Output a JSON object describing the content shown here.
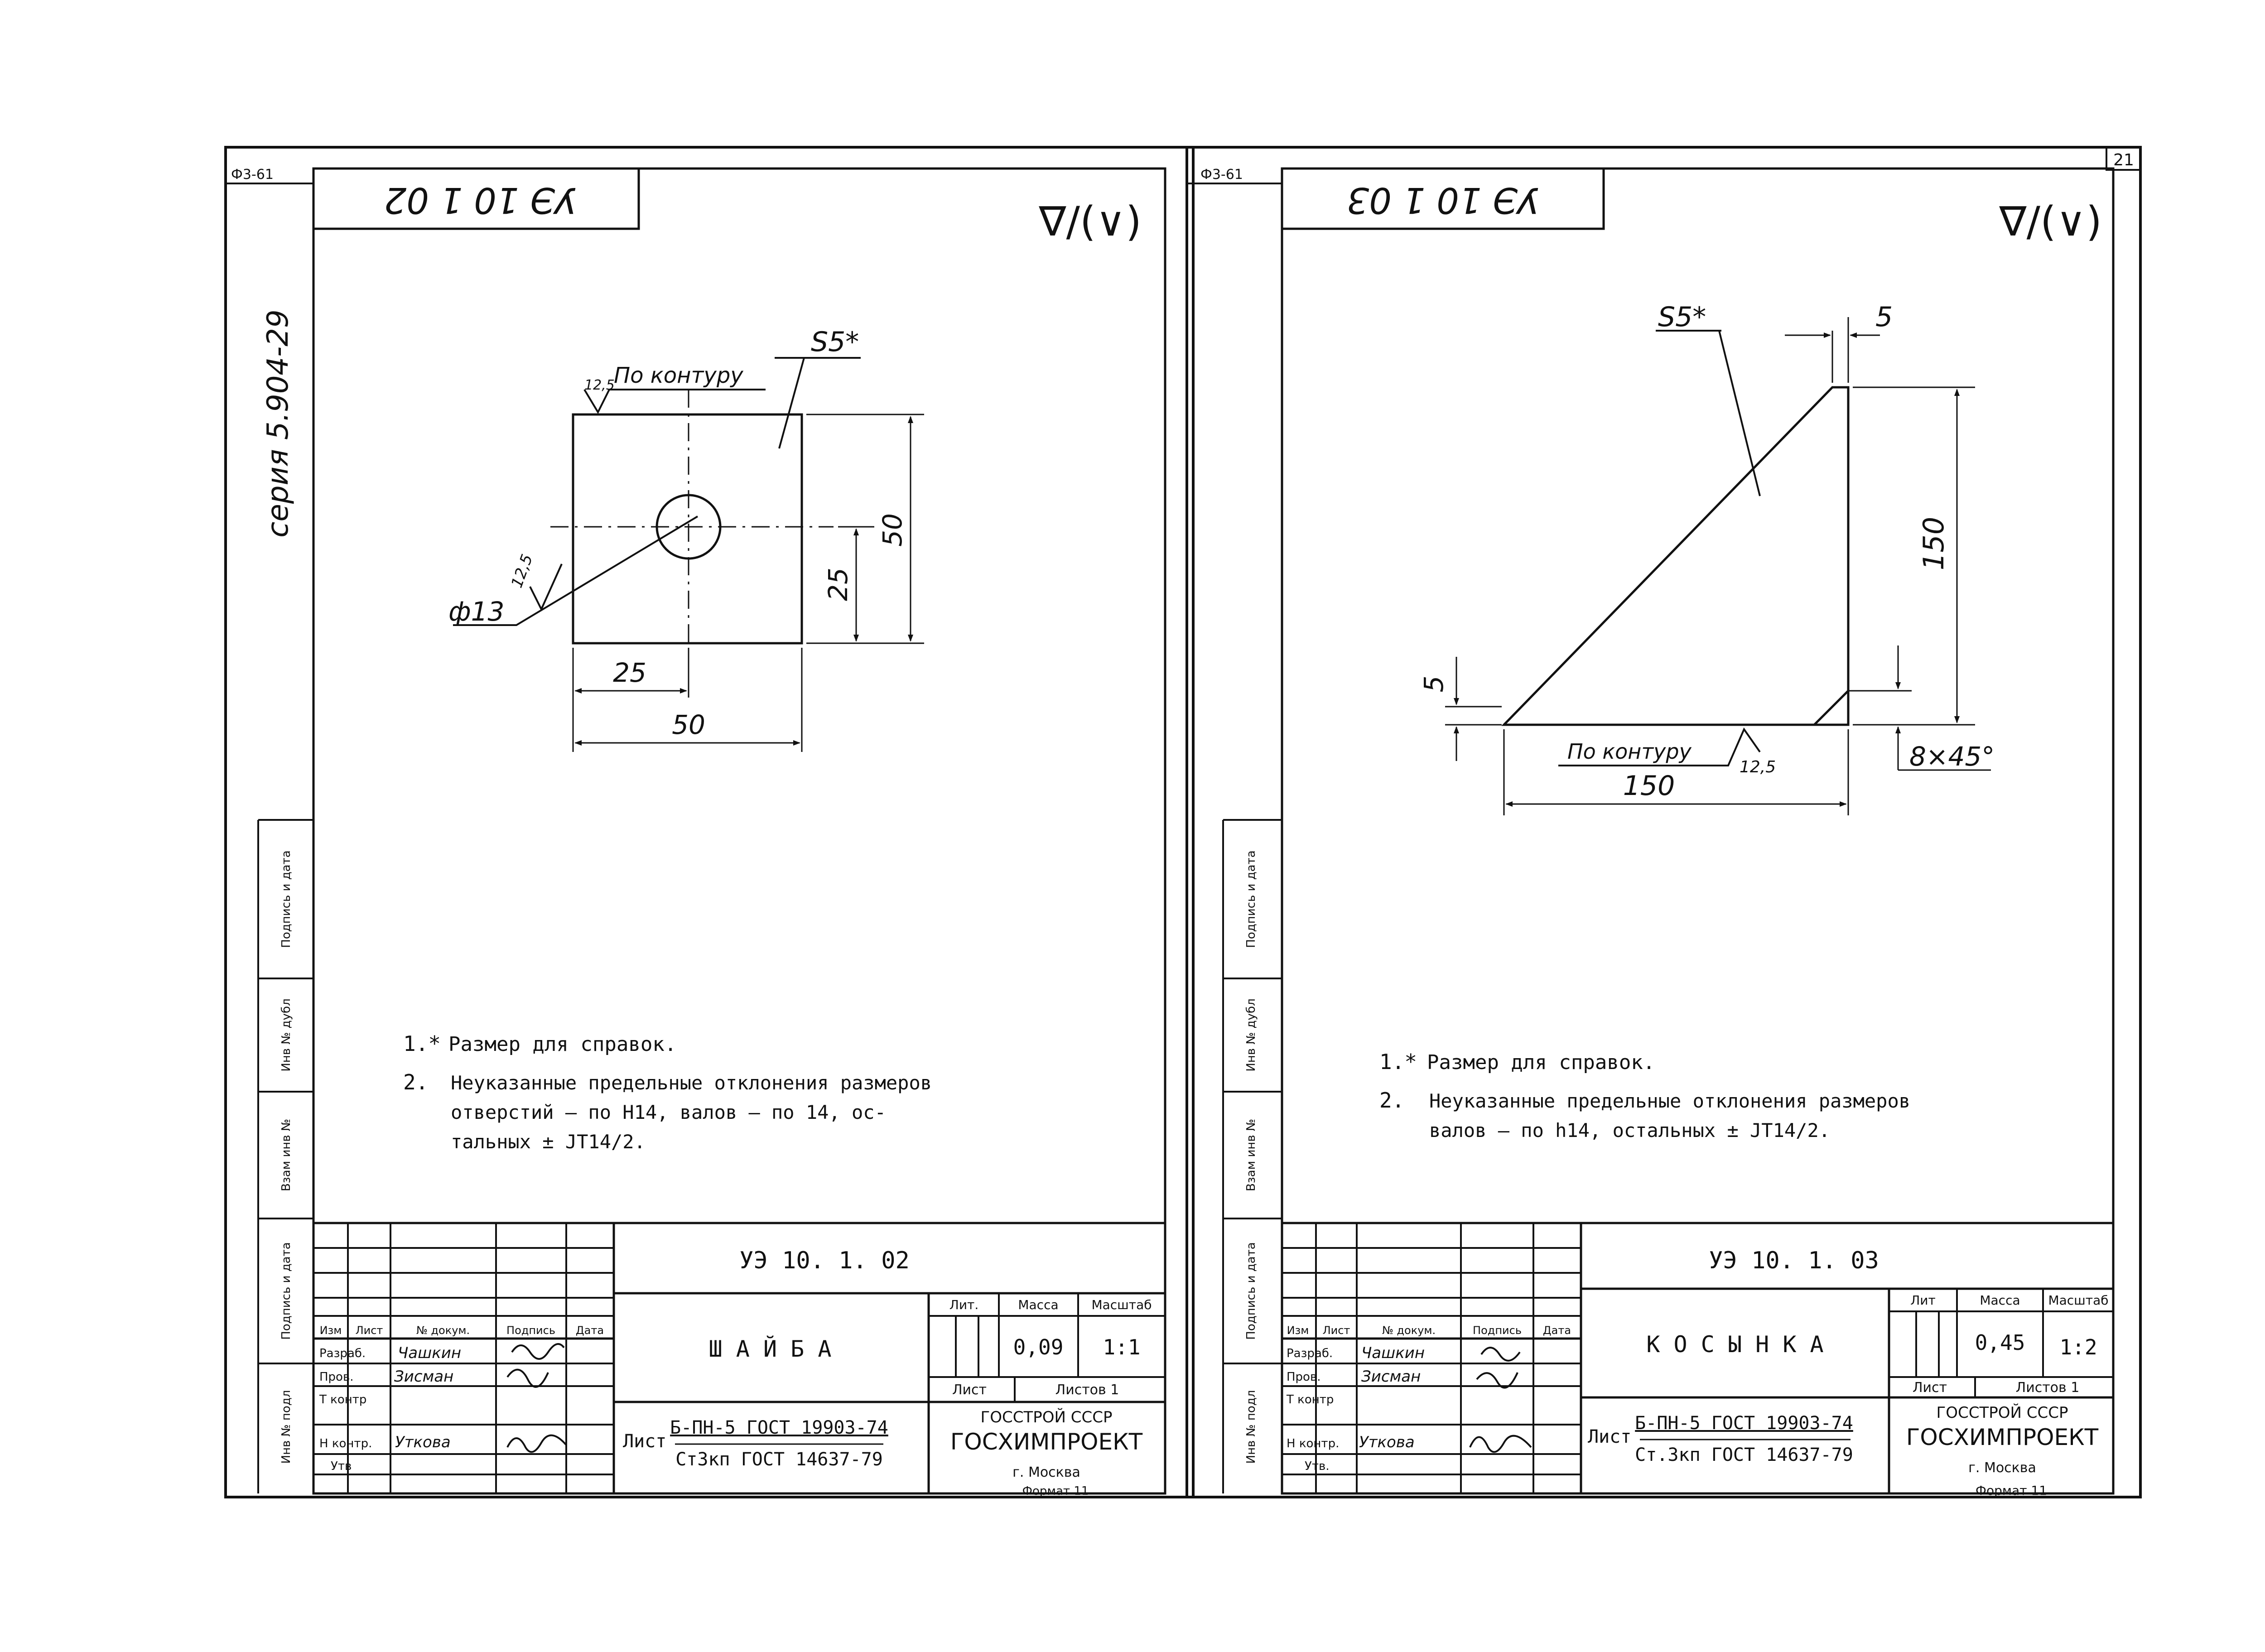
{
  "sheets": [
    {
      "corner_code": "Ф3-61",
      "stamp_code": "УЭ 10 1 02",
      "roughness": "∇/(∨)",
      "series": "серия 5.904-29",
      "side_labels": [
        "Подпись и дата",
        "Инв № дубл",
        "Взам инв №",
        "Подпись и дата",
        "Инв № подл"
      ],
      "dims": {
        "surface_note": "По контуру",
        "roughness_top": "12,5",
        "thickness": "S5*",
        "hole": "ф13",
        "roughness_hole": "12,5",
        "width_half": "25",
        "width": "50",
        "height_half": "25",
        "height": "50"
      },
      "notes": [
        {
          "num": "1.*",
          "text": "Размер для справок."
        },
        {
          "num": "2.",
          "lines": [
            "Неуказанные предельные отклонения размеров",
            "отверстий – по Н14, валов – по  14,  ос-",
            "тальных ± JT14/2."
          ]
        }
      ],
      "title_block": {
        "doc_code": "УЭ  10. 1. 02",
        "name": "Ш А Й Б А",
        "headers": {
          "lit": "Лит.",
          "mass": "Масса",
          "scale": "Масштаб"
        },
        "mass": "0,09",
        "scale": "1:1",
        "sheet_label": "Лист",
        "sheets_label": "Листов 1",
        "roles": [
          "Изм",
          "Лист",
          "№ докум.",
          "Подпись",
          "Дата"
        ],
        "people": [
          {
            "role": "Разраб.",
            "name": "Чашкин"
          },
          {
            "role": "Пров.",
            "name": "Зисман"
          },
          {
            "role": "Т контр",
            "name": ""
          },
          {
            "role": "Н контр.",
            "name": "Уткова"
          },
          {
            "role": "Утв",
            "name": ""
          }
        ],
        "material_label": "Лист",
        "material": [
          "Б-ПН-5 ГОСТ 19903-74",
          "Ст3кп ГОСТ 14637-79"
        ],
        "org": [
          "ГОССТРОЙ СССР",
          "ГОСХИМПРОЕКТ",
          "г. Москва"
        ],
        "format": "Формат 11"
      }
    },
    {
      "corner_code": "Ф3-61",
      "page_num": "21",
      "stamp_code": "УЭ 10 1 03",
      "roughness": "∇/(∨)",
      "side_labels": [
        "Подпись и дата",
        "Инв № дубл",
        "Взам инв №",
        "Подпись и дата",
        "Инв № подл"
      ],
      "dims": {
        "thickness": "S5*",
        "top_width": "5",
        "height": "150",
        "left_height": "5",
        "surface_note": "По контуру",
        "roughness": "12,5",
        "chamfer": "8×45°",
        "width": "150"
      },
      "notes": [
        {
          "num": "1.*",
          "text": "Размер для справок."
        },
        {
          "num": "2.",
          "lines": [
            "Неуказанные предельные отклонения размеров",
            "валов – по h14, остальных ± JT14/2."
          ]
        }
      ],
      "title_block": {
        "doc_code": "УЭ  10. 1. 03",
        "name": "К О С Ы Н К А",
        "headers": {
          "lit": "Лит",
          "mass": "Масса",
          "scale": "Масштаб"
        },
        "mass": "0,45",
        "scale": "1:2",
        "sheet_label": "Лист",
        "sheets_label": "Листов 1",
        "roles": [
          "Изм",
          "Лист",
          "№ докум.",
          "Подпись",
          "Дата"
        ],
        "people": [
          {
            "role": "Разраб.",
            "name": "Чашкин"
          },
          {
            "role": "Пров.",
            "name": "Зисман"
          },
          {
            "role": "Т контр",
            "name": ""
          },
          {
            "role": "Н контр.",
            "name": "Уткова"
          },
          {
            "role": "Утв.",
            "name": ""
          }
        ],
        "material_label": "Лист",
        "material": [
          "Б-ПН-5 ГОСТ 19903-74",
          "Ст.3кп ГОСТ 14637-79"
        ],
        "org": [
          "ГОССТРОЙ СССР",
          "ГОСХИМПРОЕКТ",
          "г. Москва"
        ],
        "format": "Формат 11"
      }
    }
  ]
}
